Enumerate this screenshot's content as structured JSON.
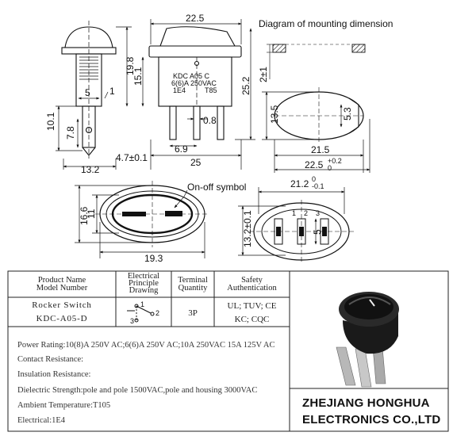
{
  "labels": {
    "diagram_title": "Diagram of mounting dimension",
    "onoff_symbol": "On-off symbol"
  },
  "switch_marking": {
    "line1": "KDC A05 C",
    "line2": "6(6)A 250VAC",
    "line3": "1E4",
    "line4": "T85"
  },
  "dimensions": {
    "d_22_5_top": "22.5",
    "d_19_8": "19.8",
    "d_15_1": "15.1",
    "d_25_2": "25.2",
    "d_5": "5",
    "d_1": "1",
    "d_10_1": "10.1",
    "d_7_8": "7.8",
    "d_0_8": "0.8",
    "d_6_9": "6.9",
    "d_4_7": "4.7±0.1",
    "d_13_2": "13.2",
    "d_25": "25",
    "d_2": "2±1",
    "d_13_5": "13.5",
    "d_5_3": "5.3",
    "d_21_5": "21.5",
    "d_22_5_tol": "22.5",
    "d_22_5_sup": "+0.2",
    "d_22_5_sub": "0",
    "d_21_2": "21.2",
    "d_21_2_sup": "0",
    "d_21_2_sub": "-0.1",
    "d_16_6": "16.6",
    "d_11": "11",
    "d_19_3": "19.3",
    "d_13_2_tol": "13.2±0.1",
    "term_1": "1",
    "term_2": "2",
    "term_3": "3",
    "d_5_term": "5"
  },
  "table": {
    "h_product_1": "Product Name",
    "h_product_2": "Model Number",
    "h_elec_1": "Electrical",
    "h_elec_2": "Principle",
    "h_elec_3": "Drawing",
    "h_term_1": "Terminal",
    "h_term_2": "Quantity",
    "h_safety_1": "Safety",
    "h_safety_2": "Authentication",
    "product_name": "Rocker Switch",
    "model_number": "KDC-A05-D",
    "terminal_qty": "3P",
    "auth_1": "UL; TUV; CE",
    "auth_2": "KC; CQC",
    "schematic_1": "1",
    "schematic_2": "2",
    "schematic_3": "3"
  },
  "specs": {
    "power_rating": "Power Rating:10(8)A 250V AC;6(6)A 250V AC;10A 250VAC 15A  125V AC",
    "contact_resistance": "Contact Resistance:",
    "insulation_resistance": "Insulation Resistance:",
    "dielectric_strength": "Dielectric Strength:pole and pole 1500VAC,pole and housing 3000VAC",
    "ambient_temperature": "Ambient Temperature:T105",
    "electrical": "Electrical:1E4"
  },
  "company": {
    "line1": "ZHEJIANG HONGHUA",
    "line2": "ELECTRONICS CO.,LTD"
  }
}
